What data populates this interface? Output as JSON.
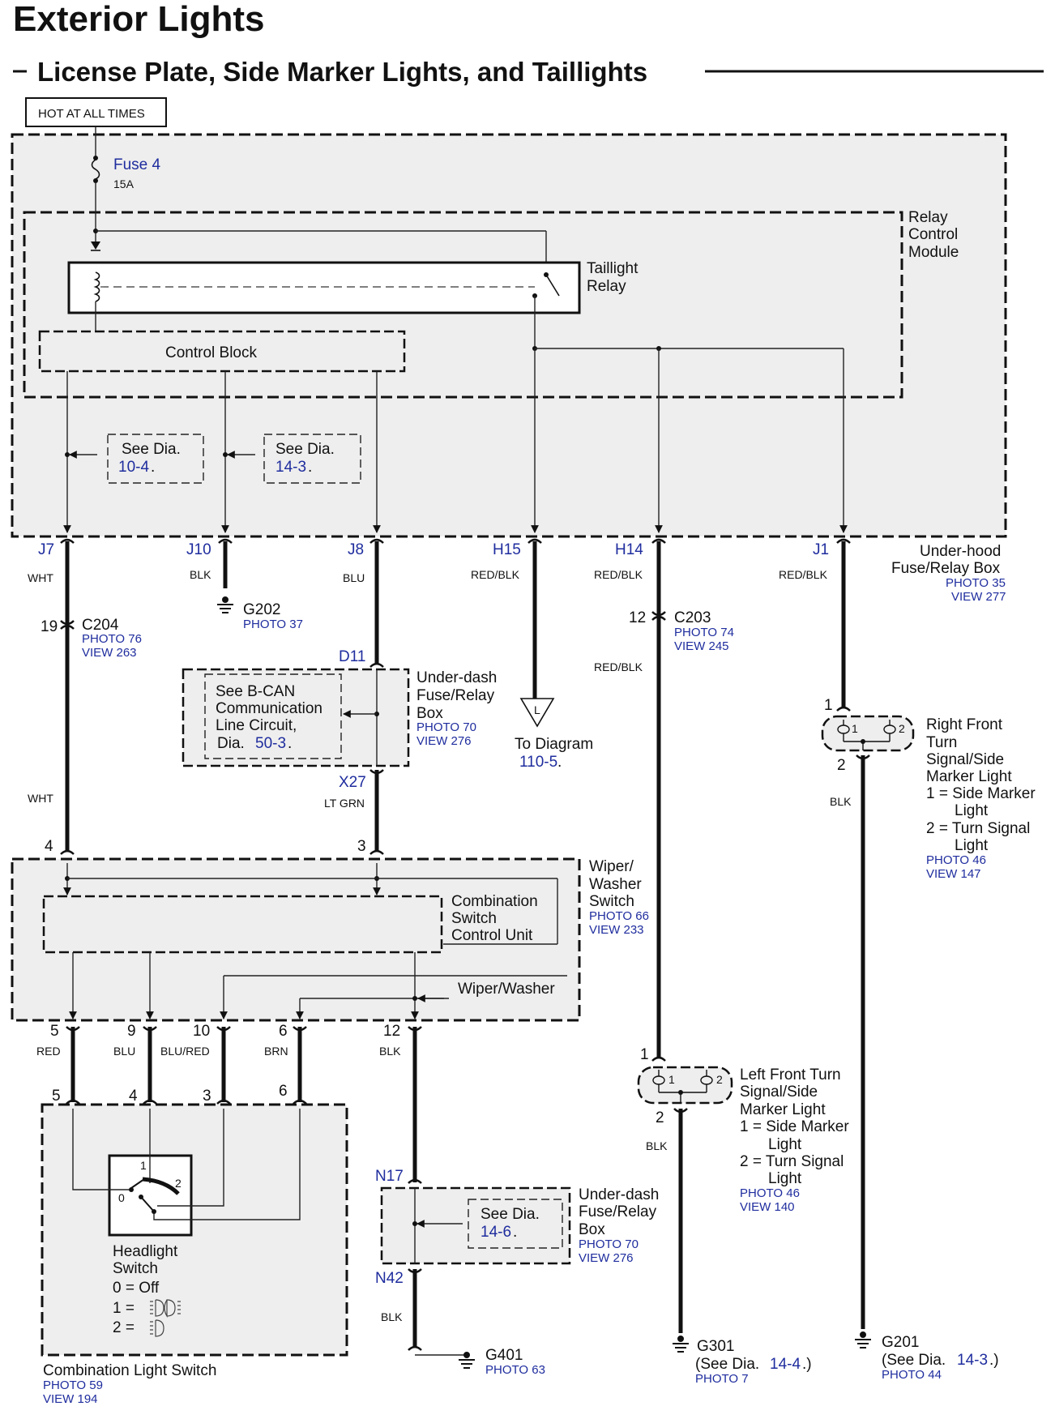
{
  "header": {
    "title": "Exterior Lights",
    "subtitle": "License Plate, Side Marker Lights, and Taillights"
  },
  "power": {
    "hot_label": "HOT AT ALL TIMES",
    "fuse_name": "Fuse 4",
    "fuse_rating": "15A"
  },
  "modules": {
    "relay_module": [
      "Relay",
      "Control",
      "Module"
    ],
    "taillight_relay": [
      "Taillight",
      "Relay"
    ],
    "control_block": "Control Block",
    "see_dia_1": {
      "text": "See Dia.",
      "ref": "10-4",
      "end": "."
    },
    "see_dia_2": {
      "text": "See Dia.",
      "ref": "14-3",
      "end": "."
    },
    "underhood_box": {
      "name": [
        "Under-hood",
        "Fuse/Relay Box"
      ],
      "photo": "PHOTO 35",
      "view": "VIEW 277"
    }
  },
  "upper_pins": [
    {
      "pin": "J7",
      "color": "WHT"
    },
    {
      "pin": "J10",
      "color": "BLK"
    },
    {
      "pin": "J8",
      "color": "BLU"
    },
    {
      "pin": "H15",
      "color": "RED/BLK"
    },
    {
      "pin": "H14",
      "color": "RED/BLK"
    },
    {
      "pin": "J1",
      "color": "RED/BLK"
    }
  ],
  "c204": {
    "num": "19",
    "name": "C204",
    "photo": "PHOTO 76",
    "view": "VIEW 263",
    "wire_below": "WHT"
  },
  "g202": {
    "name": "G202",
    "photo": "PHOTO 37"
  },
  "underdash_1": {
    "pin_top": "D11",
    "pin_bottom": "X27",
    "inner": [
      "See B-CAN",
      "Communication",
      "Line Circuit,"
    ],
    "dia_prefix": "Dia.",
    "dia_ref": "50-3",
    "dia_end": ".",
    "name": [
      "Under-dash",
      "Fuse/Relay",
      "Box"
    ],
    "photo": "PHOTO 70",
    "view": "VIEW 276",
    "wire_below": "LT GRN"
  },
  "to_diagram": {
    "symbol": "L",
    "label": "To Diagram",
    "ref": "110-5",
    "end": "."
  },
  "c203": {
    "num": "12",
    "name": "C203",
    "photo": "PHOTO 74",
    "view": "VIEW 245",
    "wire_below": "RED/BLK"
  },
  "right_lamp": {
    "pin_top": "1",
    "pin_bottom": "2",
    "pin_a": "1",
    "pin_b": "2",
    "name": [
      "Right Front",
      "Turn",
      "Signal/Side",
      "Marker Light"
    ],
    "legend": [
      "1 = Side Marker",
      "Light",
      "2 = Turn Signal",
      "Light"
    ],
    "photo": "PHOTO 46",
    "view": "VIEW 147",
    "wire_below": "BLK"
  },
  "wiper_switch": {
    "pin_left": "4",
    "pin_right": "3",
    "name": [
      "Wiper/",
      "Washer",
      "Switch"
    ],
    "photo": "PHOTO 66",
    "view": "VIEW 233",
    "unit": [
      "Combination",
      "Switch",
      "Control Unit"
    ],
    "washer_label": "Wiper/Washer"
  },
  "lower_pins": [
    {
      "pin": "5",
      "color": "RED"
    },
    {
      "pin": "9",
      "color": "BLU"
    },
    {
      "pin": "10",
      "color": "BLU/RED"
    },
    {
      "pin": "6",
      "color": "BRN"
    },
    {
      "pin": "12",
      "color": "BLK"
    }
  ],
  "headlight": {
    "pins": [
      "5",
      "4",
      "3",
      "6"
    ],
    "pos": [
      "1",
      "2",
      "0"
    ],
    "name": [
      "Headlight",
      "Switch"
    ],
    "states": [
      "0 = Off",
      "1 =",
      "2 ="
    ],
    "component": "Combination Light Switch",
    "photo": "PHOTO 59",
    "view": "VIEW 194"
  },
  "underdash_2": {
    "pin_top": "N17",
    "pin_bottom": "N42",
    "see": "See Dia.",
    "ref": "14-6",
    "end": ".",
    "name": [
      "Under-dash",
      "Fuse/Relay",
      "Box"
    ],
    "photo": "PHOTO 70",
    "view": "VIEW 276",
    "wire_below": "BLK"
  },
  "g401": {
    "name": "G401",
    "photo": "PHOTO 63"
  },
  "left_lamp": {
    "pin_top": "1",
    "pin_bottom": "2",
    "pin_a": "1",
    "pin_b": "2",
    "name": [
      "Left Front Turn",
      "Signal/Side",
      "Marker Light"
    ],
    "legend": [
      "1 = Side Marker",
      "Light",
      "2 = Turn Signal",
      "Light"
    ],
    "photo": "PHOTO 46",
    "view": "VIEW 140",
    "wire_below": "BLK"
  },
  "g301": {
    "name": "G301",
    "see_prefix": "(See Dia.",
    "ref": "14-4",
    "end": ".)",
    "photo": "PHOTO 7"
  },
  "g201": {
    "name": "G201",
    "see_prefix": "(See Dia.",
    "ref": "14-3",
    "end": ".)",
    "photo": "PHOTO 44"
  }
}
